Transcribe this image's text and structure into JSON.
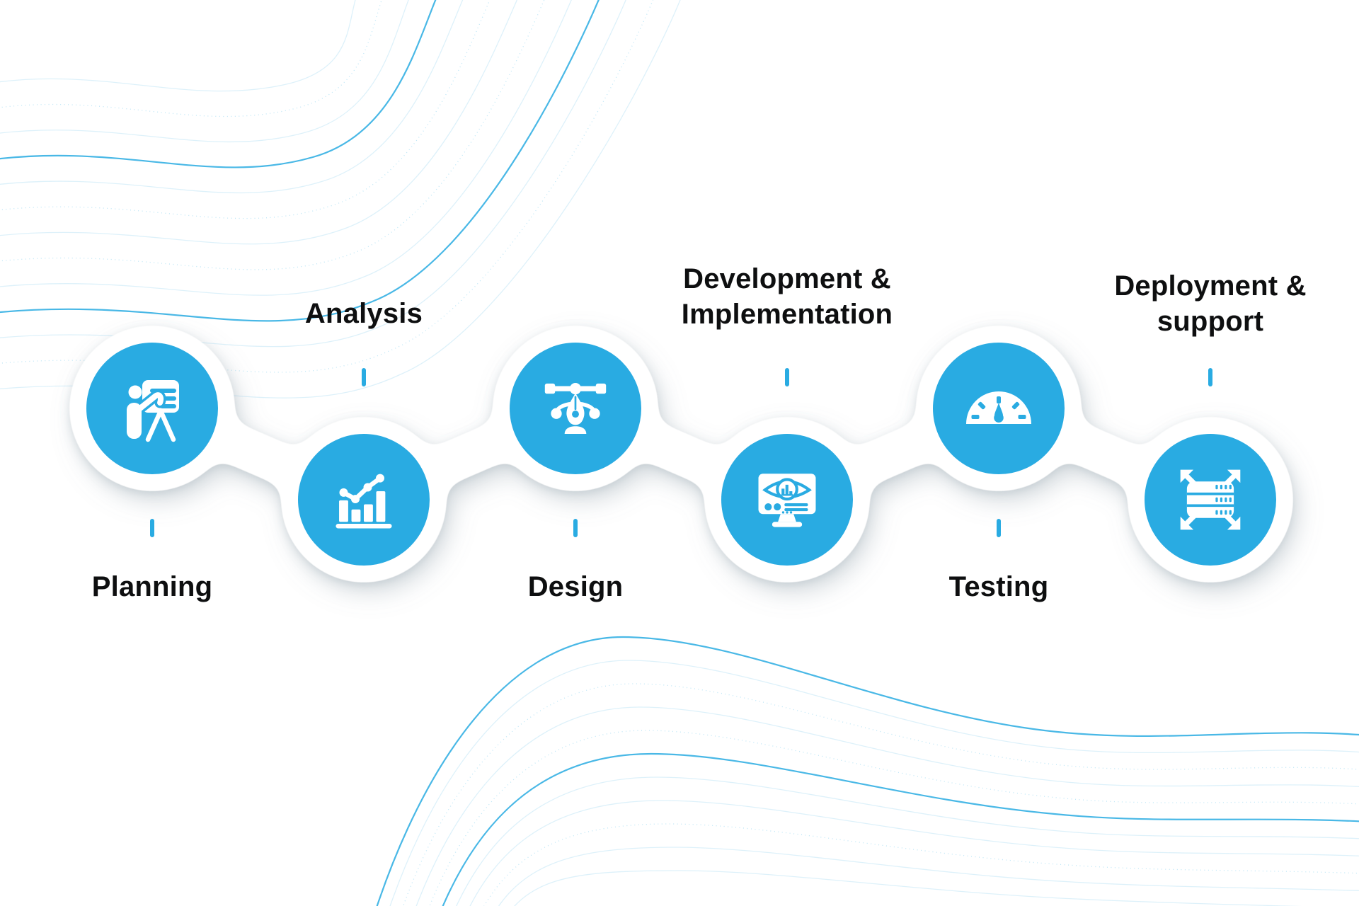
{
  "colors": {
    "accent": "#29ABE2",
    "text": "#0e0f10",
    "background": "#ffffff",
    "shadow": "#7f8f9a"
  },
  "decor": {
    "pattern": "contour-wave-lines",
    "line_color": "#29ABE2"
  },
  "process": {
    "name": "software-development-lifecycle",
    "steps": [
      {
        "id": "planning",
        "label": "Planning",
        "line1": "Planning",
        "line2": "",
        "icon": "presentation-board-icon",
        "row": "top"
      },
      {
        "id": "analysis",
        "label": "Analysis",
        "line1": "Analysis",
        "line2": "",
        "icon": "growth-chart-icon",
        "row": "bottom"
      },
      {
        "id": "design",
        "label": "Design",
        "line1": "Design",
        "line2": "",
        "icon": "pen-tool-icon",
        "row": "top"
      },
      {
        "id": "development",
        "label": "Development & Implementation",
        "line1": "Development &",
        "line2": "Implementation",
        "icon": "monitor-analytics-icon",
        "row": "bottom"
      },
      {
        "id": "testing",
        "label": "Testing",
        "line1": "Testing",
        "line2": "",
        "icon": "gauge-icon",
        "row": "top"
      },
      {
        "id": "deployment",
        "label": "Deployment & support",
        "line1": "Deployment &",
        "line2": "support",
        "icon": "server-deploy-icon",
        "row": "bottom"
      }
    ]
  }
}
